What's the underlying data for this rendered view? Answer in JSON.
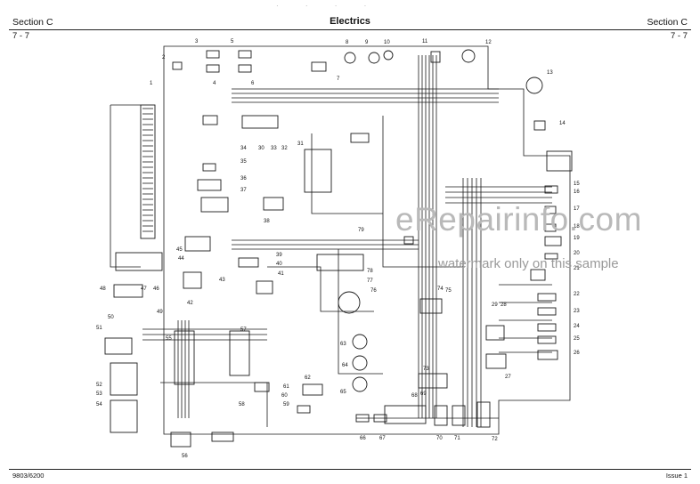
{
  "header": {
    "section_left": "Section  C",
    "title": "Electrics",
    "section_right": "Section C",
    "page_left": "7 - 7",
    "page_right": "7 - 7"
  },
  "footer": {
    "doc_number": "9803/6200",
    "issue": "Issue 1"
  },
  "watermark": {
    "site": "eRepairinfo.com",
    "note": "watermark only on this sample"
  },
  "callouts": [
    "1",
    "2",
    "3",
    "4",
    "5",
    "6",
    "7",
    "8",
    "9",
    "10",
    "11",
    "12",
    "13",
    "14",
    "15",
    "16",
    "17",
    "18",
    "19",
    "20",
    "21",
    "22",
    "23",
    "24",
    "25",
    "26",
    "27",
    "28",
    "29",
    "30",
    "31",
    "32",
    "33",
    "34",
    "35",
    "36",
    "37",
    "38",
    "39",
    "40",
    "41",
    "42",
    "43",
    "44",
    "45",
    "46",
    "47",
    "48",
    "49",
    "50",
    "51",
    "52",
    "53",
    "54",
    "55",
    "56",
    "57",
    "58",
    "59",
    "60",
    "61",
    "62",
    "63",
    "64",
    "65",
    "66",
    "67",
    "68",
    "69",
    "70",
    "71",
    "72",
    "73",
    "74",
    "75",
    "76",
    "77",
    "78",
    "79"
  ],
  "colors": {
    "line": "#1a1a1a",
    "watermark": "#b9b9b9"
  }
}
